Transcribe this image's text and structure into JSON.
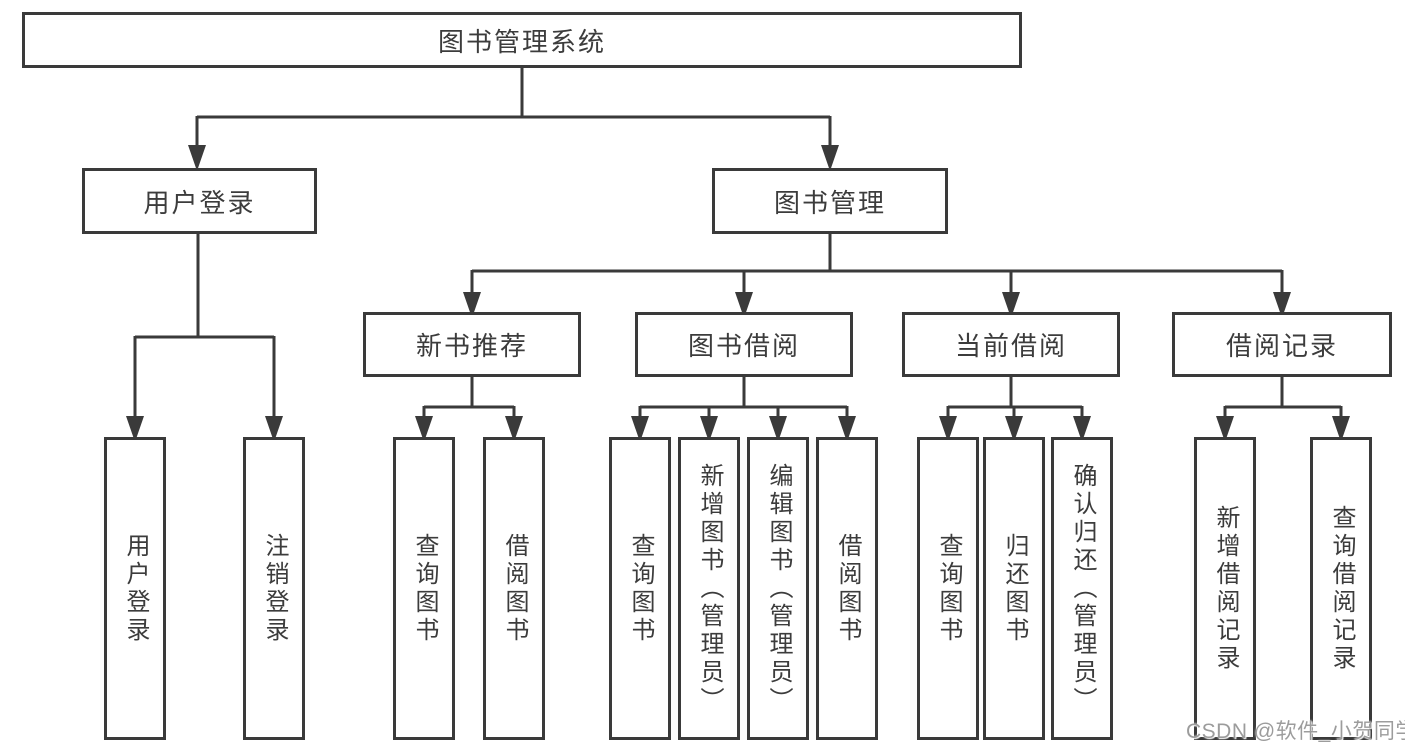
{
  "diagram": {
    "root": {
      "label": "图书管理系统"
    },
    "branches": [
      {
        "label": "用户登录"
      },
      {
        "label": "图书管理"
      }
    ],
    "sections": [
      {
        "label": "新书推荐"
      },
      {
        "label": "图书借阅"
      },
      {
        "label": "当前借阅"
      },
      {
        "label": "借阅记录"
      }
    ],
    "leaves": {
      "auth": [
        {
          "label": "用户登录"
        },
        {
          "label": "注销登录"
        }
      ],
      "recommend": [
        {
          "label": "查询图书"
        },
        {
          "label": "借阅图书"
        }
      ],
      "borrow": [
        {
          "label": "查询图书"
        },
        {
          "label": "新增图书（管理员）"
        },
        {
          "label": "编辑图书（管理员）"
        },
        {
          "label": "借阅图书"
        }
      ],
      "current": [
        {
          "label": "查询图书"
        },
        {
          "label": "归还图书"
        },
        {
          "label": "确认归还（管理员）"
        }
      ],
      "records": [
        {
          "label": "新增借阅记录"
        },
        {
          "label": "查询借阅记录"
        }
      ]
    }
  },
  "watermark": {
    "text": "CSDN @软件_小贺同学"
  },
  "colors": {
    "line": "#3a3a3a",
    "text": "#3c3c3c",
    "watermark": "#9c9c9c",
    "background": "#ffffff"
  }
}
